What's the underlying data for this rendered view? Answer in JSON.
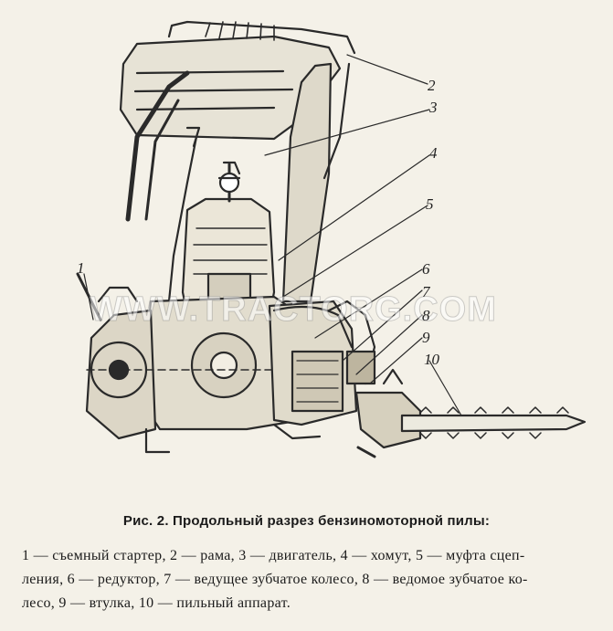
{
  "watermark": "WWW.TRACTORG.COM",
  "callouts": [
    "1",
    "2",
    "3",
    "4",
    "5",
    "6",
    "7",
    "8",
    "9",
    "10"
  ],
  "caption": "Рис. 2. Продольный разрез бензиномоторной пилы:",
  "legend": {
    "line1": "1 — съемный стартер, 2 — рама, 3 — двигатель, 4 — хомут, 5 — муфта сцеп-",
    "line2": "ления, 6 — редуктор, 7 — ведущее зубчатое колесо, 8 — ведомое зубчатое ко-",
    "line3": "лесо, 9 — втулка, 10 — пильный аппарат."
  }
}
